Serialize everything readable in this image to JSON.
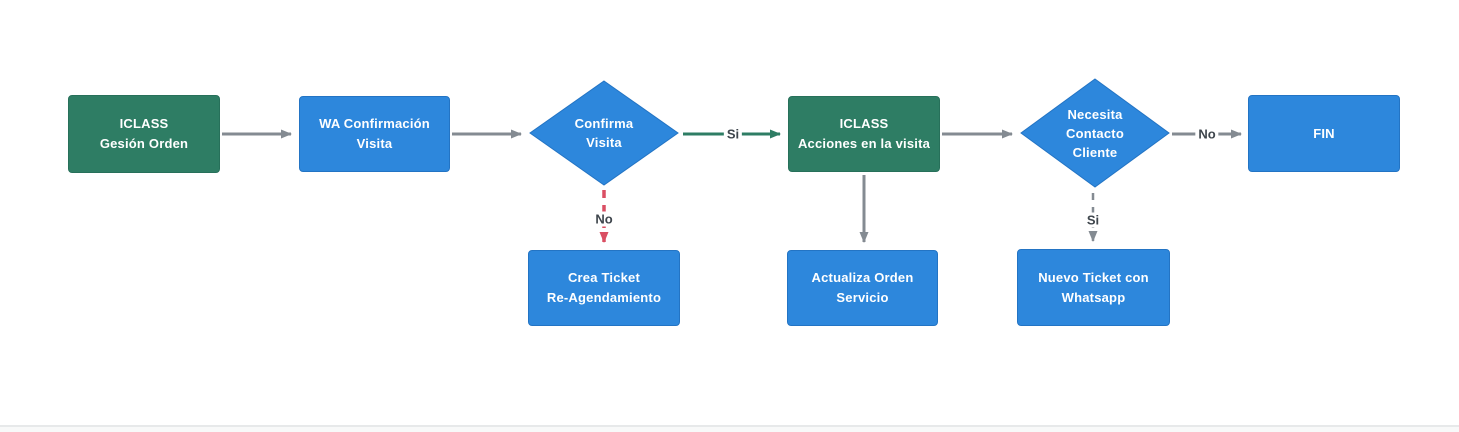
{
  "diagram": {
    "type": "flowchart",
    "colors": {
      "process_green": "#2e7d64",
      "process_blue": "#2d87dc",
      "arrow_gray": "#848b92",
      "arrow_green": "#2e7d64",
      "arrow_red": "#da4f63",
      "node_text": "#ffffff",
      "edge_label_text": "#3f464d",
      "background": "#ffffff"
    },
    "nodes": [
      {
        "id": "iclass-gesion-orden",
        "shape": "rectangle",
        "color": "green",
        "label": "ICLASS\nGesión Orden"
      },
      {
        "id": "wa-confirmacion-visita",
        "shape": "rectangle",
        "color": "blue",
        "label": "WA Confirmación\nVisita"
      },
      {
        "id": "confirma-visita",
        "shape": "diamond",
        "color": "blue",
        "label": "Confirma\nVisita"
      },
      {
        "id": "iclass-acciones-visita",
        "shape": "rectangle",
        "color": "green",
        "label": "ICLASS\nAcciones en la visita"
      },
      {
        "id": "necesita-contacto",
        "shape": "diamond",
        "color": "blue",
        "label": "Necesita\nContacto\nCliente"
      },
      {
        "id": "fin",
        "shape": "rectangle",
        "color": "blue",
        "label": "FIN"
      },
      {
        "id": "crea-ticket",
        "shape": "rectangle",
        "color": "blue",
        "label": "Crea Ticket\nRe-Agendamiento"
      },
      {
        "id": "actualiza-orden",
        "shape": "rectangle",
        "color": "blue",
        "label": "Actualiza Orden\nServicio"
      },
      {
        "id": "nuevo-ticket-whatsapp",
        "shape": "rectangle",
        "color": "blue",
        "label": "Nuevo Ticket con\nWhatsapp"
      }
    ],
    "edges": [
      {
        "from": "iclass-gesion-orden",
        "to": "wa-confirmacion-visita",
        "label": "",
        "style": "solid",
        "color": "gray"
      },
      {
        "from": "wa-confirmacion-visita",
        "to": "confirma-visita",
        "label": "",
        "style": "solid",
        "color": "gray"
      },
      {
        "from": "confirma-visita",
        "to": "iclass-acciones-visita",
        "label": "Si",
        "style": "solid",
        "color": "green"
      },
      {
        "from": "confirma-visita",
        "to": "crea-ticket",
        "label": "No",
        "style": "dashed",
        "color": "red"
      },
      {
        "from": "iclass-acciones-visita",
        "to": "actualiza-orden",
        "label": "",
        "style": "solid",
        "color": "gray"
      },
      {
        "from": "iclass-acciones-visita",
        "to": "necesita-contacto",
        "label": "",
        "style": "solid",
        "color": "gray"
      },
      {
        "from": "necesita-contacto",
        "to": "fin",
        "label": "No",
        "style": "solid",
        "color": "gray"
      },
      {
        "from": "necesita-contacto",
        "to": "nuevo-ticket-whatsapp",
        "label": "Si",
        "style": "dashed",
        "color": "gray"
      }
    ]
  }
}
